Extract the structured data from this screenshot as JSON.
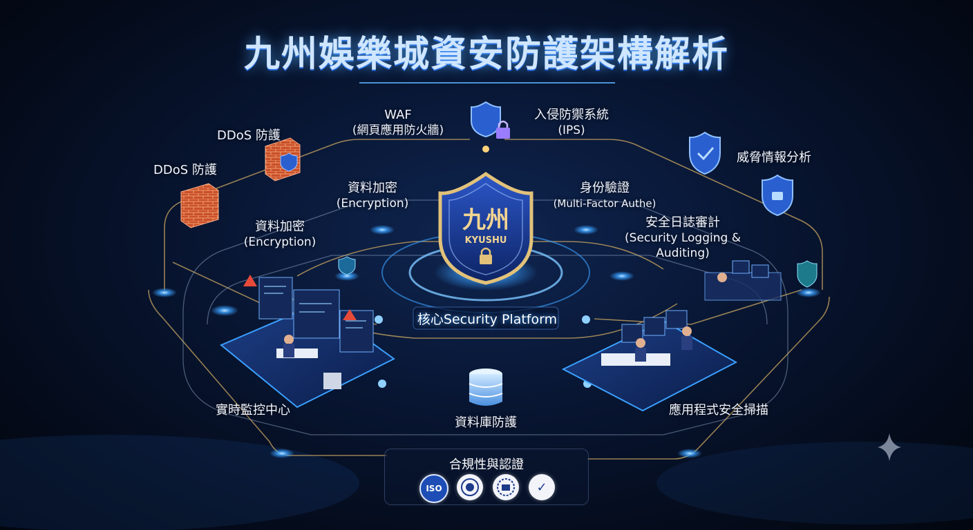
{
  "title": "九州娛樂城資安防護架構解析",
  "nodes": {
    "waf": {
      "line1": "WAF",
      "line2": "(網頁應用防火牆)"
    },
    "ips": {
      "line1": "入侵防禦系統",
      "line2": "(IPS)"
    },
    "ddos_a": "DDoS 防護",
    "ddos_b": "DDoS 防護",
    "threat_intel": "威脅情報分析",
    "encryption_a": {
      "line1": "資料加密",
      "line2": "(Encryption)"
    },
    "encryption_b": {
      "line1": "資料加密",
      "line2": "(Encryption)"
    },
    "mfa": {
      "line1": "身份驗證",
      "line2": "(Multi-Factor Authe)"
    },
    "logging": {
      "line1": "安全日誌審計",
      "line2": "(Security Logging &",
      "line3": "Auditing)"
    },
    "core_platform": "核心Security Platform",
    "monitoring": "實時監控中心",
    "db_protection": "資料庫防護",
    "app_scan": "應用程式安全掃描",
    "compliance": "合規性與認證"
  },
  "central_shield": {
    "cn": "九州",
    "en": "KYUSHU"
  },
  "badges": [
    "ISO",
    "",
    "",
    "✓"
  ],
  "colors": {
    "accent": "#3aa0ff",
    "gold": "#d8b46a",
    "shield": "#1d3f9e",
    "firewall": "#e0673a"
  }
}
